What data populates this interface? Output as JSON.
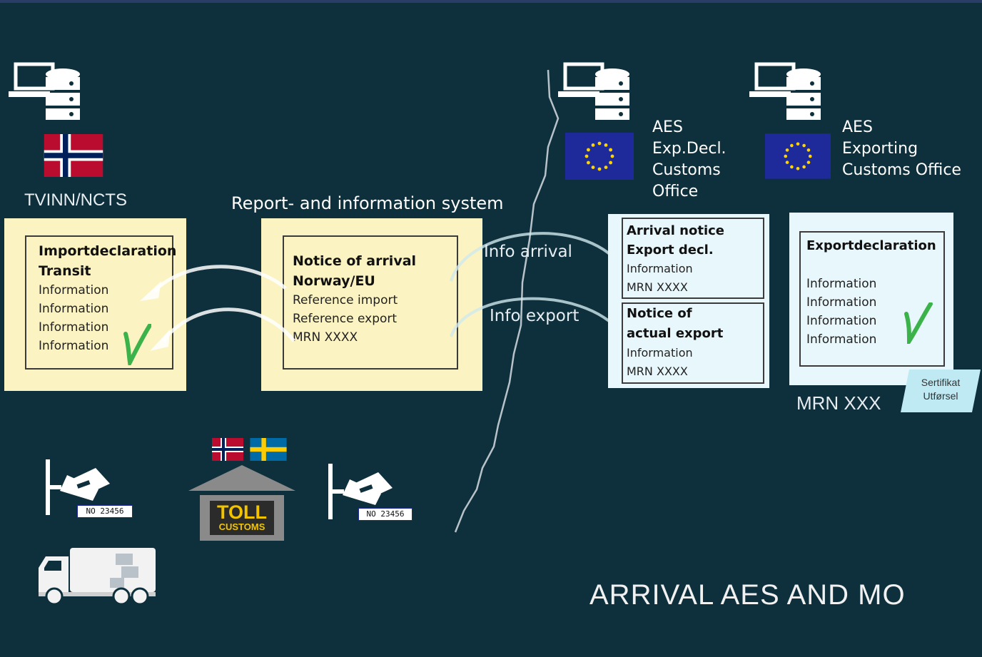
{
  "title": "ARRIVAL AES AND MO",
  "colors": {
    "background": "#0e2f3c",
    "yellow_panel": "#fbf3c2",
    "blue_panel": "#e8f7fb",
    "check_green": "#3cb34a",
    "eu_blue": "#1f2a9a",
    "eu_star": "#ffd400"
  },
  "left_system": {
    "label": "TVINN/NCTS",
    "card": {
      "title_lines": [
        "Importdeclaration",
        "Transit"
      ],
      "info_lines": [
        "Information",
        "Information",
        "Information",
        "Information"
      ]
    }
  },
  "middle_system": {
    "label": "Report- and information system",
    "card": {
      "title_lines": [
        "Notice of arrival",
        "Norway/EU"
      ],
      "info_lines": [
        "Reference import",
        "Reference export",
        "MRN XXXX"
      ]
    }
  },
  "flows": {
    "info_arrival": "Info arrival",
    "info_export": "Info export"
  },
  "aes_exp": {
    "label_lines": [
      "AES",
      "Exp.Decl.",
      "Customs",
      "Office"
    ],
    "card_arrival": {
      "title_lines": [
        "Arrival notice",
        "Export decl."
      ],
      "info_lines": [
        "Information",
        "MRN XXXX"
      ]
    },
    "card_export": {
      "title_lines": [
        "Notice of",
        "actual export"
      ],
      "info_lines": [
        "Information",
        "MRN XXXX"
      ]
    }
  },
  "aes_office": {
    "label_lines": [
      "AES",
      "Exporting",
      "Customs Office"
    ],
    "card": {
      "title": "Exportdeclaration",
      "info_lines": [
        "Information",
        "Information",
        "Information",
        "Information"
      ]
    },
    "mrn": "MRN XXX",
    "certificate_lines": [
      "Sertifikat",
      "Utførsel"
    ]
  },
  "border_post": {
    "plate_text": "NO 23456",
    "toll_lines": [
      "TOLL",
      "CUSTOMS"
    ]
  },
  "icons": [
    "server-icon",
    "norway-flag-icon",
    "eu-flag-icon",
    "sweden-flag-icon",
    "camera-icon",
    "truck-icon",
    "checkmark-icon",
    "arrow-icon"
  ]
}
